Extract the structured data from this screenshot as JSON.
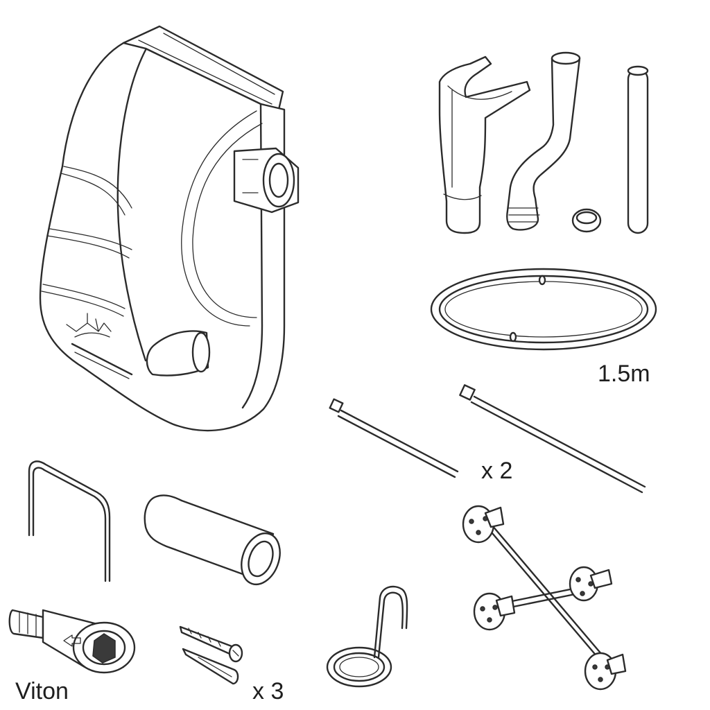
{
  "labels": {
    "tubing_length": "1.5m",
    "cable_tie_qty": "x 2",
    "valve_material": "Viton",
    "screw_qty": "x 3"
  },
  "colors": {
    "line": "#2b2b2b",
    "background": "#ffffff"
  }
}
